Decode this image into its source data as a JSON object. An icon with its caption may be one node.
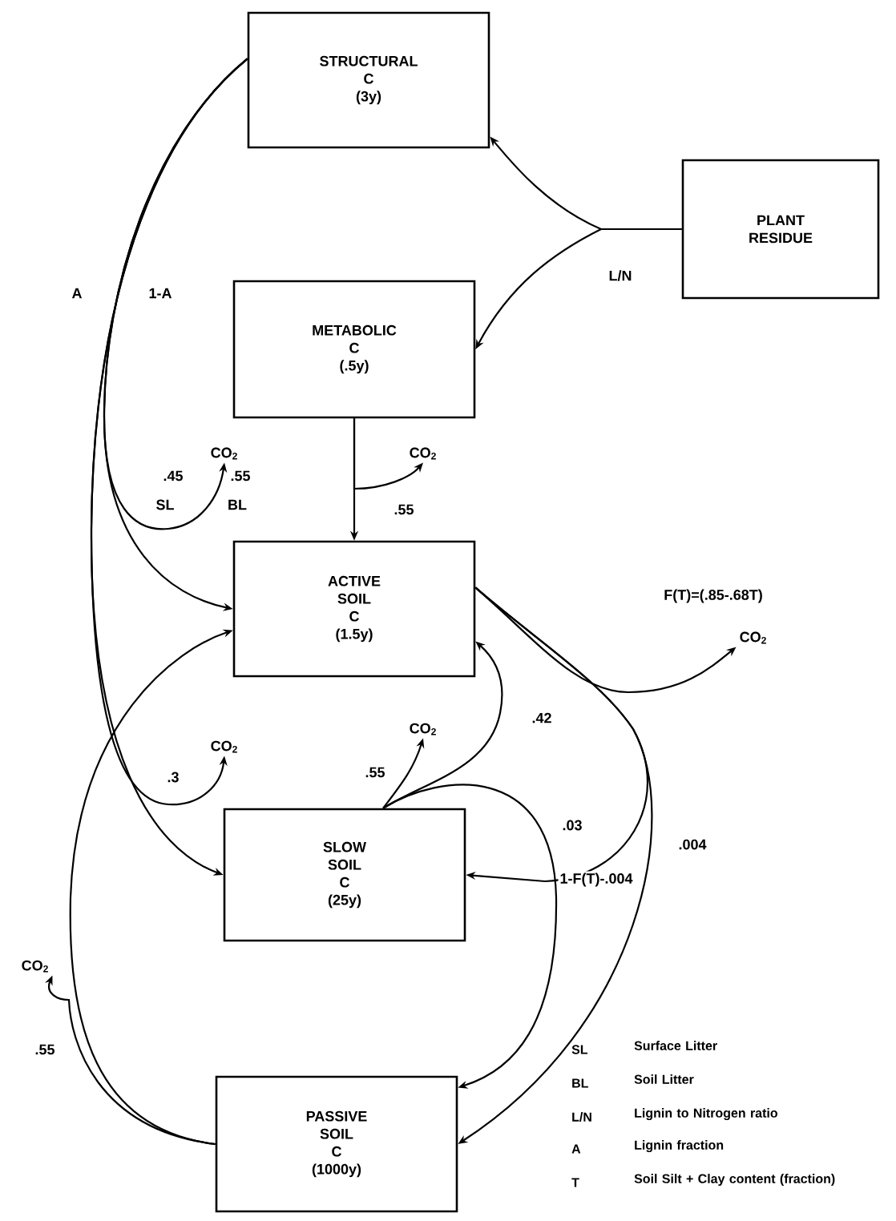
{
  "diagram": {
    "nodes": [
      {
        "text": [
          "STRUCTURAL C (3y)"
        ]
      },
      {
        "text": [
          "PLANT RESIDUE"
        ]
      },
      {
        "text": [
          "METABOLIC C (.5y)"
        ]
      },
      {
        "text": [
          "ACTIVE SOIL C (1.5y)"
        ]
      },
      {
        "text": [
          "SLOW SOIL C (25y)"
        ]
      },
      {
        "text": [
          "PASSIVE SOIL C (1000y)"
        ]
      },
      {
        "text": [
          "CO$_{2}$"
        ]
      },
      {
        "text": [
          "CO$_{2}$"
        ]
      },
      {
        "text": [
          "CO$_{2}$"
        ]
      },
      {
        "text": [
          "CO$_{2}$"
        ]
      },
      {
        "text": [
          "CO$_{2}$"
        ]
      },
      {
        "text": [
          "CO$_{2}$"
        ]
      }
    ],
    "edges": [
      {
        "from": 1,
        "to": 0,
        "arrow": "to"
      },
      {
        "from": 1,
        "to": 2,
        "arrow": "to",
        "label": "L/N"
      },
      {
        "from": 0,
        "to": 3,
        "arrow": "to",
        "label": "1-A"
      },
      {
        "from": 0,
        "to": 4,
        "arrow": "to",
        "label": "A"
      },
      {
        "from": 0,
        "to": 6,
        "arrow": "to"
      },
      {
        "from": 0,
        "to": 9,
        "arrow": "to",
        "label": ".3"
      },
      {
        "from": 2,
        "to": 3,
        "arrow": "to"
      },
      {
        "from": 2,
        "to": 7,
        "arrow": "to",
        "label": ".55"
      },
      {
        "from": 3,
        "to": 8,
        "arrow": "to",
        "label": "F(T)=(.85-.68T)"
      },
      {
        "from": 3,
        "to": 4,
        "arrow": "to",
        "label": "1-F(T)-.004"
      },
      {
        "from": 3,
        "to": 5,
        "arrow": "to",
        "label": ".004"
      },
      {
        "from": 4,
        "to": 3,
        "arrow": "to",
        "label": ".42"
      },
      {
        "from": 4,
        "to": 10,
        "arrow": "to",
        "label": ".55"
      },
      {
        "from": 4,
        "to": 5,
        "arrow": "to",
        "label": ".03"
      },
      {
        "from": 5,
        "to": 3,
        "arrow": "to"
      },
      {
        "from": 5,
        "to": 11,
        "arrow": "to",
        "label": ".55"
      }
    ],
    "labels": [
      ".45",
      "SL",
      ".55",
      "BL",
      "SL",
      "Surface Litter",
      "BL",
      "Soil Litter",
      "L/N",
      "Lignin to Nitrogen ratio",
      "A",
      "Lignin fraction",
      "T",
      "Soil Silt + Clay content (fraction)"
    ]
  }
}
